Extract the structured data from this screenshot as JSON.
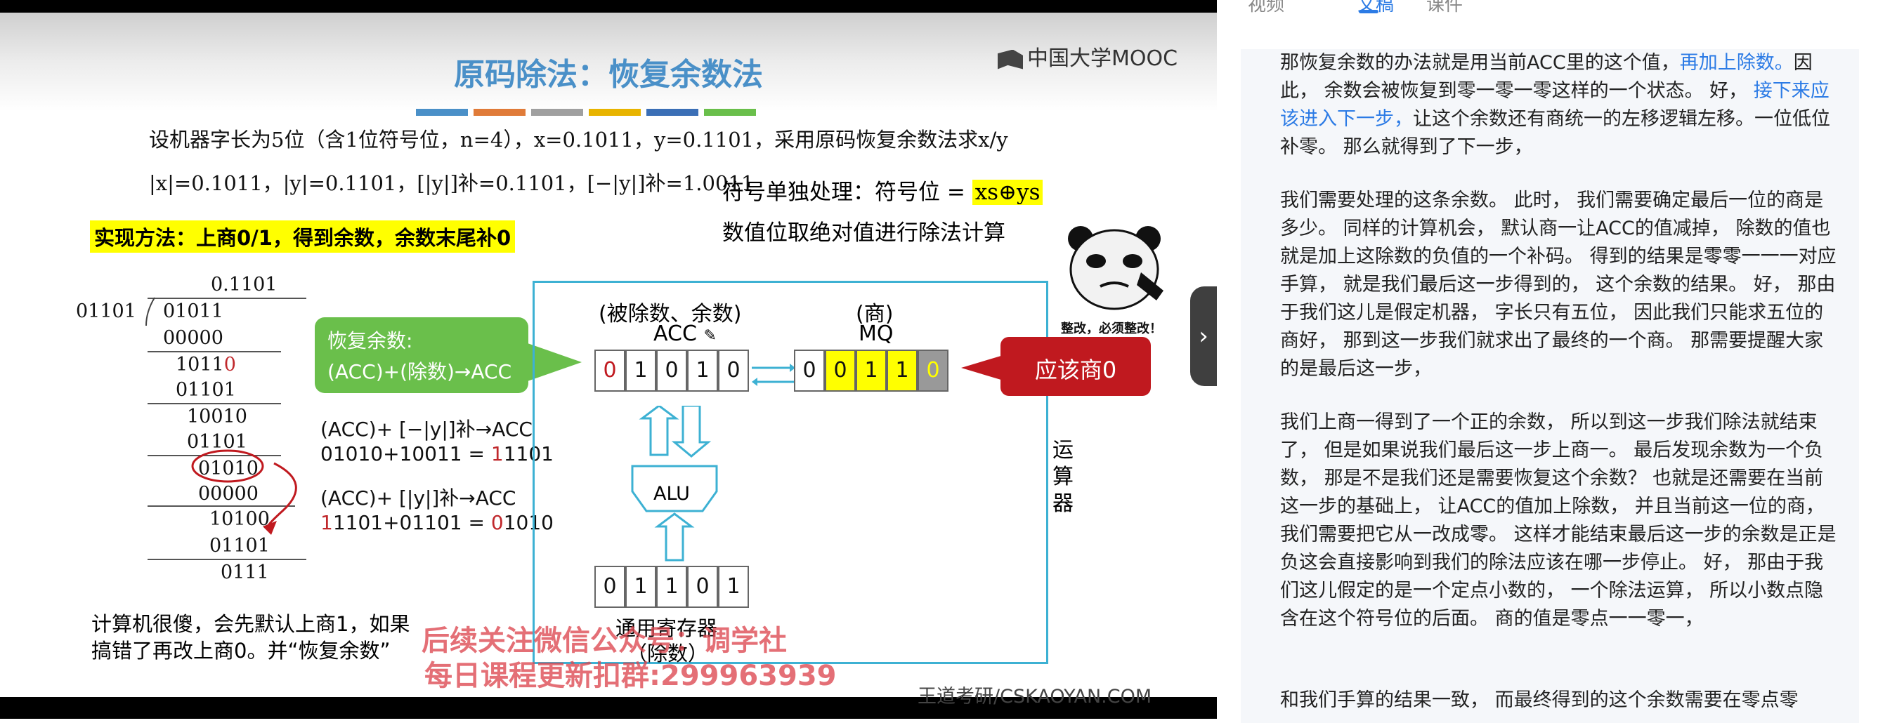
{
  "slide": {
    "title": "原码除法：恢复余数法",
    "logo": "中国大学MOOC",
    "colors": [
      "#4a90c8",
      "#e07b39",
      "#a0a0a0",
      "#e8b400",
      "#3b6fb6",
      "#6abf4b"
    ],
    "line1": "设机器字长为5位（含1位符号位，n=4），x=0.1011，y=0.1101，采用原码恢复余数法求x/y",
    "line2": "|x|=0.1011，|y|=0.1101，[|y|]补=0.1101，[−|y|]补=1.0011",
    "sign_label": "符号单独处理：符号位 = ",
    "sign_formula": "xs⊕ys",
    "sign_line2": "数值位取绝对值进行除法计算",
    "method": "实现方法：上商0/1，得到余数，余数末尾补0",
    "division": {
      "quotient": "0.1101",
      "divisor": "01101",
      "rows": [
        "01011",
        "00000",
        "1011",
        "0",
        "01101",
        "10010",
        "01101",
        "01010",
        "00000",
        "10100",
        "01101",
        "0111"
      ]
    },
    "green_callout": [
      "恢复余数:",
      "(ACC)+(除数)→ACC"
    ],
    "calc1": [
      "(ACC)+ [−|y|]补→ACC",
      "01010+10011 = ",
      "1",
      "1101"
    ],
    "calc2": [
      "(ACC)+ [|y|]补→ACC",
      "1",
      "1101+01101 = ",
      "0",
      "1010"
    ],
    "acc_label1": "(被除数、余数)",
    "acc_label2": "ACC",
    "mq_label1": "(商)",
    "mq_label2": "MQ",
    "acc_bits": [
      "0",
      "1",
      "0",
      "1",
      "0"
    ],
    "mq_bits": [
      "0",
      "0",
      "1",
      "1",
      "0"
    ],
    "alu": "ALU",
    "reg_bits": [
      "0",
      "1",
      "1",
      "0",
      "1"
    ],
    "reg_label1": "通用寄存器",
    "reg_label2": "（除数）",
    "unit_label": [
      "运",
      "算",
      "器"
    ],
    "red_note": "应该商0",
    "meme_caption": "整改，必须整改！",
    "note1": "计算机很傻，会先默认上商1，如果",
    "note2": "搞错了再改上商0。并“恢复余数”",
    "watermark1": "后续关注微信公众号：调学社",
    "watermark2": "每日课程更新扣群:299963939",
    "credit": "王道考研/CSKAOYAN.COM"
  },
  "panel": {
    "tabs": [
      "视频",
      "文稿",
      "课件"
    ],
    "active_tab": "文稿",
    "paragraphs": [
      [
        {
          "t": "那恢复余数的办法就是用当前ACC里的这个值，",
          "h": false
        },
        {
          "t": "再加上除数。",
          "h": true
        },
        {
          "t": "因此， 余数会被恢复到零一零一零这样的一个状态。 好， ",
          "h": false
        },
        {
          "t": "接下来应该进入下一步，",
          "h": true
        },
        {
          "t": "让这个余数还有商统一的左移逻辑左移。一位低位补零。 那么就得到了下一步，",
          "h": false
        }
      ],
      [
        {
          "t": "我们需要处理的这条余数。 此时， 我们需要确定最后一位的商是多少。 同样的计算机会， 默认商一让ACC的值减掉， 除数的值也就是加上这除数的负值的一个补码。 得到的结果是零零一一一对应手算， 就是我们最后这一步得到的， 这个余数的结果。 好， 那由于我们这儿是假定机器， 字长只有五位， 因此我们只能求五位的商好， 那到这一步我们就求出了最终的一个商。 那需要提醒大家的是最后这一步，",
          "h": false
        }
      ],
      [
        {
          "t": "我们上商一得到了一个正的余数， 所以到这一步我们除法就结束了， 但是如果说我们最后这一步上商一。 最后发现余数为一个负数， 那是不是我们还是需要恢复这个余数？ 也就是还需要在当前这一步的基础上， 让ACC的值加上除数， 并且当前这一位的商， 我们需要把它从一改成零。 这样才能结束最后这一步的余数是正是负这会直接影响到我们的除法应该在哪一步停止。 好， 那由于我们这儿假定的是一个定点小数的， 一个除法运算， 所以小数点隐含在这个符号位的后面。 商的值是零点一一零一，",
          "h": false
        }
      ],
      [
        {
          "t": "和我们手算的结果一致， 而最终得到的这个余数需要在零点零",
          "h": false
        }
      ]
    ]
  }
}
